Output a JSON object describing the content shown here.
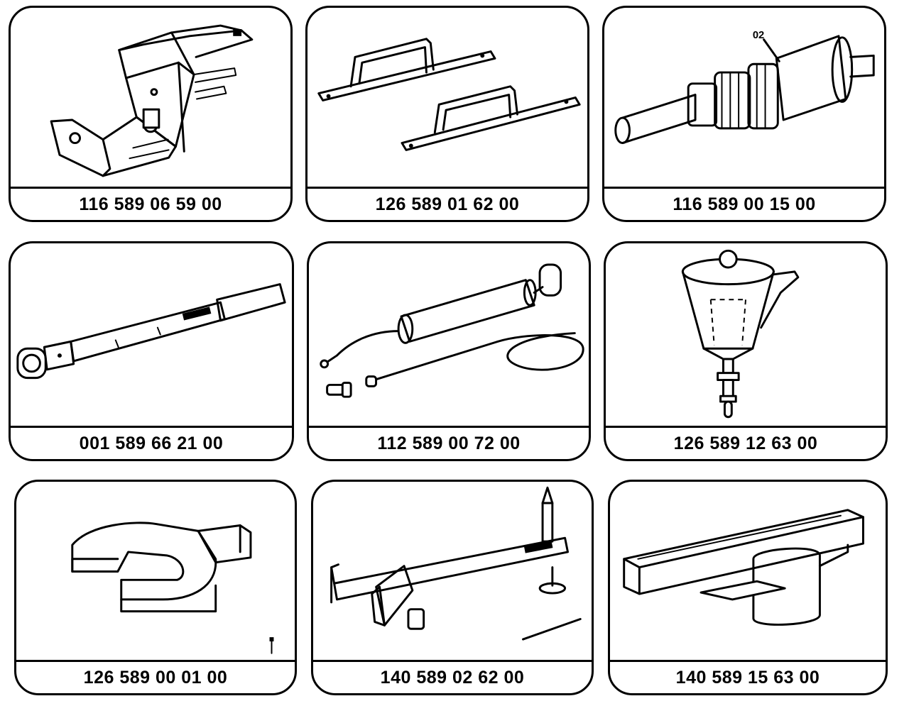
{
  "tools": [
    {
      "part_number": "116 589 06 59 00",
      "icon": "engine-support-bracket-icon"
    },
    {
      "part_number": "126 589 01 62 00",
      "icon": "handle-bars-icon"
    },
    {
      "part_number": "116 589 00 15 00",
      "icon": "press-tool-icon",
      "callout": "02"
    },
    {
      "part_number": "001 589 66 21 00",
      "icon": "torque-wrench-icon"
    },
    {
      "part_number": "112 589 00 72 00",
      "icon": "suction-syringe-icon"
    },
    {
      "part_number": "126 589 12 63 00",
      "icon": "filling-funnel-icon"
    },
    {
      "part_number": "126 589 00 01 00",
      "icon": "open-end-wrench-insert-icon"
    },
    {
      "part_number": "140 589 02 62 00",
      "icon": "measuring-bar-icon"
    },
    {
      "part_number": "140 589 15 63 00",
      "icon": "holding-fixture-icon"
    }
  ]
}
